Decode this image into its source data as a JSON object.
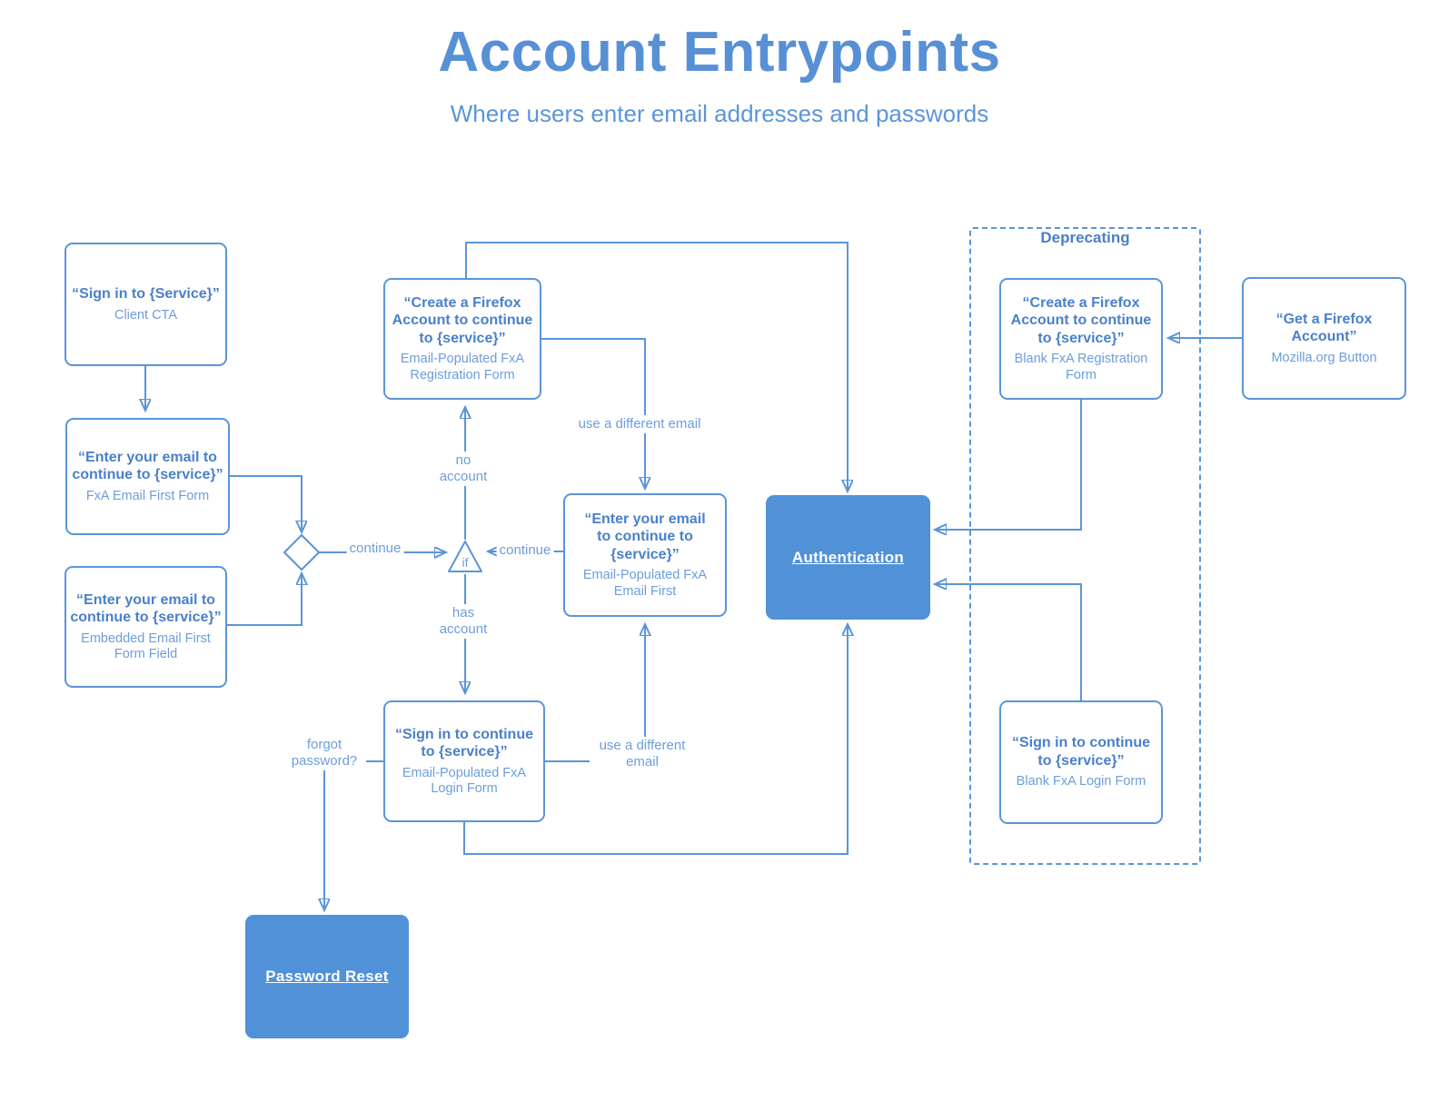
{
  "header": {
    "title": "Account Entrypoints",
    "subtitle": "Where users enter email addresses and passwords"
  },
  "colors": {
    "stroke": "#5B95D9",
    "heading_text": "#4A80CA",
    "sub_text": "#6C9EDC",
    "solid_fill": "#5191D8",
    "title_text": "#5890D5"
  },
  "nodes": {
    "client_cta": {
      "title": "“Sign in to {Service}”",
      "subtitle": "Client CTA"
    },
    "fxa_email_first": {
      "title": "“Enter your email to continue to {service}”",
      "subtitle": "FxA Email First Form"
    },
    "embedded_email_first": {
      "title": "“Enter your email to continue to {service}”",
      "subtitle": "Embedded Email First Form Field"
    },
    "ep_registration": {
      "title": "“Create a Firefox Account to continue to {service}”",
      "subtitle": "Email-Populated FxA Registration Form"
    },
    "ep_email_first": {
      "title": "“Enter your email to continue to {service}”",
      "subtitle": "Email-Populated FxA Email First"
    },
    "ep_login": {
      "title": "“Sign in to continue to {service}”",
      "subtitle": "Email-Populated FxA Login Form"
    },
    "authentication": {
      "title": "Authentication"
    },
    "password_reset": {
      "title": "Password Reset"
    },
    "blank_registration": {
      "title": "“Create a Firefox Account to continue to {service}”",
      "subtitle": "Blank FxA Registration Form"
    },
    "blank_login": {
      "title": "“Sign in to continue to {service}”",
      "subtitle": "Blank FxA Login Form"
    },
    "get_firefox_account": {
      "title": "“Get a Firefox Account”",
      "subtitle": "Mozilla.org Button"
    }
  },
  "groups": {
    "deprecating_label": "Deprecating"
  },
  "decision": {
    "if_label": "if"
  },
  "edge_labels": {
    "continue_left": "continue",
    "continue_right": "continue",
    "no_account": "no account",
    "has_account": "has account",
    "use_different_email_top": "use a different email",
    "use_different_email_bottom": "use a different email",
    "forgot_password": "forgot password?"
  }
}
